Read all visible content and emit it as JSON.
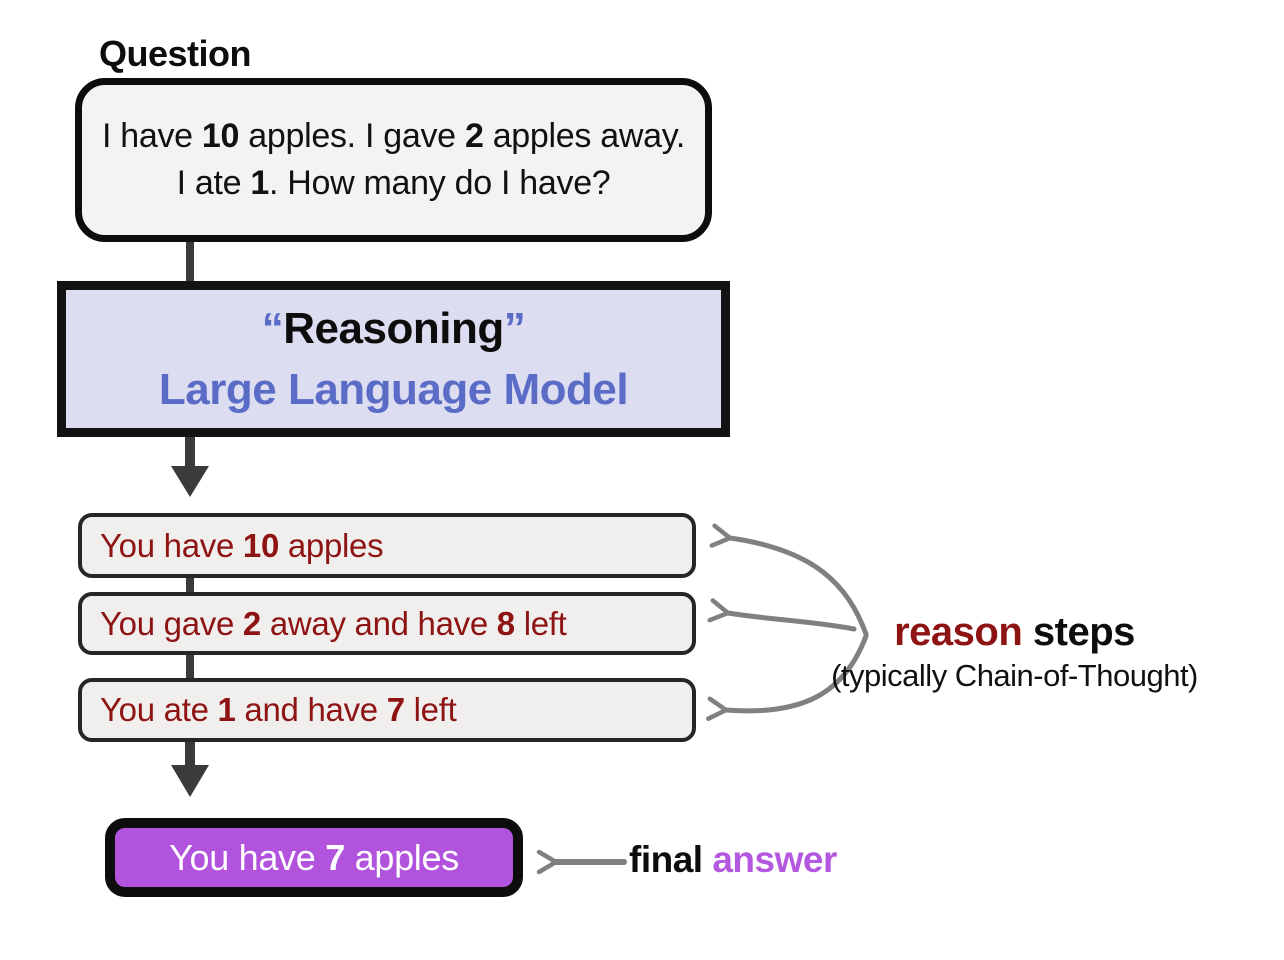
{
  "title": "Reasoning LLM chain-of-thought diagram",
  "colors": {
    "question_box_fill": "#f3f3f1",
    "model_box_fill": "#dcddf1",
    "step_box_fill": "#f0efed",
    "final_box_fill": "#b253de",
    "dark_red_text": "#8e1414",
    "periwinkle_text": "#5b6cc7",
    "purple_answer_text": "#b458e0",
    "connector_dark_gray": "#3b3b3b",
    "annotation_gray": "#808080",
    "border_black": "#0d0d0d"
  },
  "question": {
    "label": "Question",
    "segments": [
      {
        "t": "I have "
      },
      {
        "t": "10",
        "b": true
      },
      {
        "t": " apples. I gave "
      },
      {
        "t": "2",
        "b": true
      },
      {
        "t": " apples away. I ate "
      },
      {
        "t": "1",
        "b": true
      },
      {
        "t": ". How many do I have?"
      }
    ]
  },
  "model": {
    "open_quote": "“",
    "word": "Reasoning",
    "close_quote": "”",
    "line2": "Large Language Model"
  },
  "steps": [
    {
      "segments": [
        {
          "t": "You have "
        },
        {
          "t": "10",
          "b": true
        },
        {
          "t": " apples"
        }
      ]
    },
    {
      "segments": [
        {
          "t": "You gave "
        },
        {
          "t": "2",
          "b": true
        },
        {
          "t": " away and have "
        },
        {
          "t": "8",
          "b": true
        },
        {
          "t": " left"
        }
      ]
    },
    {
      "segments": [
        {
          "t": "You ate "
        },
        {
          "t": "1",
          "b": true
        },
        {
          "t": " and have "
        },
        {
          "t": "7",
          "b": true
        },
        {
          "t": " left"
        }
      ]
    }
  ],
  "final": {
    "segments": [
      {
        "t": "You have "
      },
      {
        "t": "7",
        "b": true
      },
      {
        "t": " apples"
      }
    ]
  },
  "annotations": {
    "reason_steps": {
      "word1": "reason",
      "word2": " steps",
      "subtitle": "(typically Chain-of-Thought)"
    },
    "final_answer": {
      "word1": "final",
      "word2": " answer"
    }
  }
}
